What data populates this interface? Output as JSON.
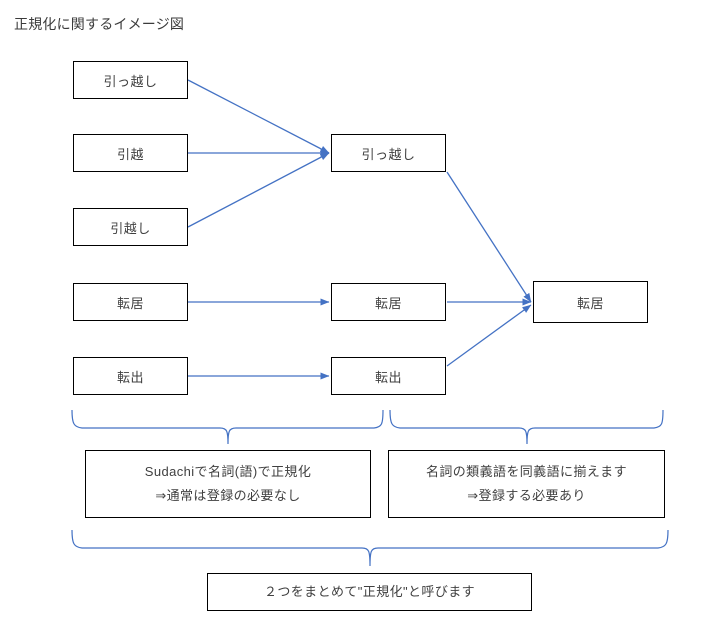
{
  "diagram": {
    "title": "正規化に関するイメージ図",
    "accent_color": "#4472c4",
    "border_color": "#000000",
    "text_color": "#404040",
    "background_color": "#ffffff"
  },
  "nodes": {
    "source_column": [
      {
        "label": "引っ越し"
      },
      {
        "label": "引越"
      },
      {
        "label": "引越し"
      },
      {
        "label": "転居"
      },
      {
        "label": "転出"
      }
    ],
    "middle_column": [
      {
        "label": "引っ越し"
      },
      {
        "label": "転居"
      },
      {
        "label": "転出"
      }
    ],
    "final_column": [
      {
        "label": "転居"
      }
    ]
  },
  "captions": {
    "left": {
      "line1": "Sudachiで名詞(語)で正規化",
      "line2": "⇒通常は登録の必要なし"
    },
    "right": {
      "line1": "名詞の類義語を同義語に揃えます",
      "line2": "⇒登録する必要あり"
    },
    "bottom": {
      "line1": "２つをまとめて\"正規化\"と呼びます"
    }
  }
}
